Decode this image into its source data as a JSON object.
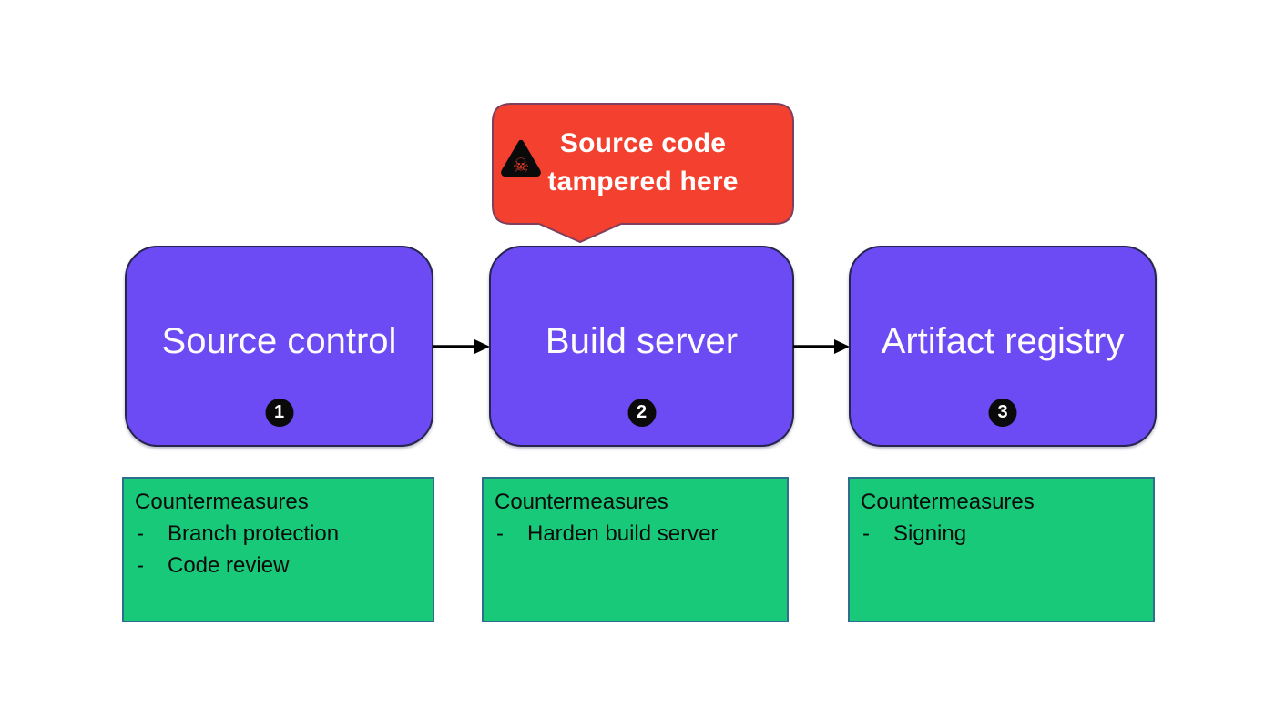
{
  "diagram": {
    "callout": {
      "line1": "Source code",
      "line2": "tampered here",
      "icon": "skull-crossbones-warning",
      "skull_glyph": "☠",
      "bg_color": "#F4402E",
      "border_color": "#7E3F5C"
    },
    "nodes": [
      {
        "label": "Source control",
        "badge": "1"
      },
      {
        "label": "Build server",
        "badge": "2"
      },
      {
        "label": "Artifact registry",
        "badge": "3"
      }
    ],
    "node_color": "#6C4BF4",
    "node_border_color": "#26254E",
    "arrow_color": "#000000",
    "bullet_char": "-",
    "countermeasures": [
      {
        "title": "Countermeasures",
        "items": [
          "Branch protection",
          "Code review"
        ]
      },
      {
        "title": "Countermeasures",
        "items": [
          "Harden build server"
        ]
      },
      {
        "title": "Countermeasures",
        "items": [
          "Signing"
        ]
      }
    ],
    "countermeasure_color": "#19C97A",
    "countermeasure_border_color": "#2F6E8F"
  }
}
